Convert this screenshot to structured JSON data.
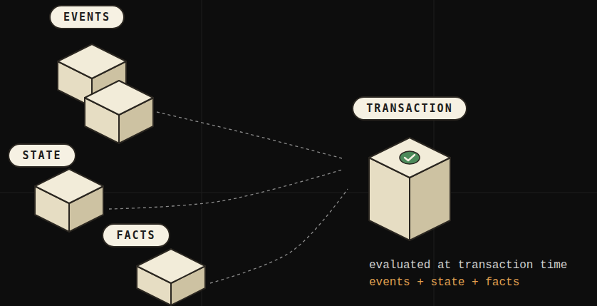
{
  "diagram": {
    "nodes": [
      {
        "text": [
          "EVENTS"
        ]
      },
      {
        "text": [
          "STATE"
        ]
      },
      {
        "text": [
          "FACTS"
        ]
      },
      {
        "text": [
          "TRANSACTION"
        ]
      }
    ],
    "edges": [
      {
        "from": 0,
        "to": 3,
        "arrow": "none"
      },
      {
        "from": 1,
        "to": 3,
        "arrow": "none"
      },
      {
        "from": 2,
        "to": 3,
        "arrow": "none"
      }
    ],
    "labels": [
      "evaluated at transaction time",
      "events + state + facts"
    ]
  }
}
